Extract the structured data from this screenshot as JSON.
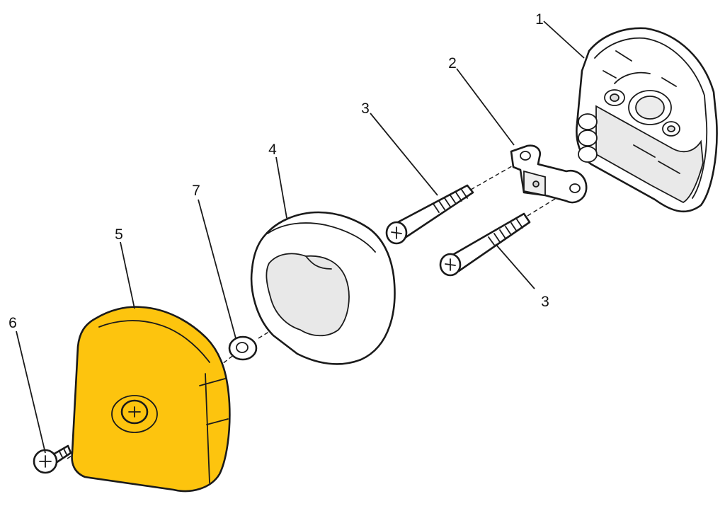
{
  "diagram": {
    "callouts": [
      {
        "id": "1",
        "text": "1"
      },
      {
        "id": "2",
        "text": "2"
      },
      {
        "id": "3a",
        "text": "3"
      },
      {
        "id": "3b",
        "text": "3"
      },
      {
        "id": "4",
        "text": "4"
      },
      {
        "id": "5",
        "text": "5"
      },
      {
        "id": "6",
        "text": "6"
      },
      {
        "id": "7",
        "text": "7"
      }
    ],
    "colors": {
      "highlight": "#FDC40E",
      "outline": "#1a1a1a",
      "part_fill": "#ffffff",
      "shade": "#e9e9e9"
    }
  }
}
